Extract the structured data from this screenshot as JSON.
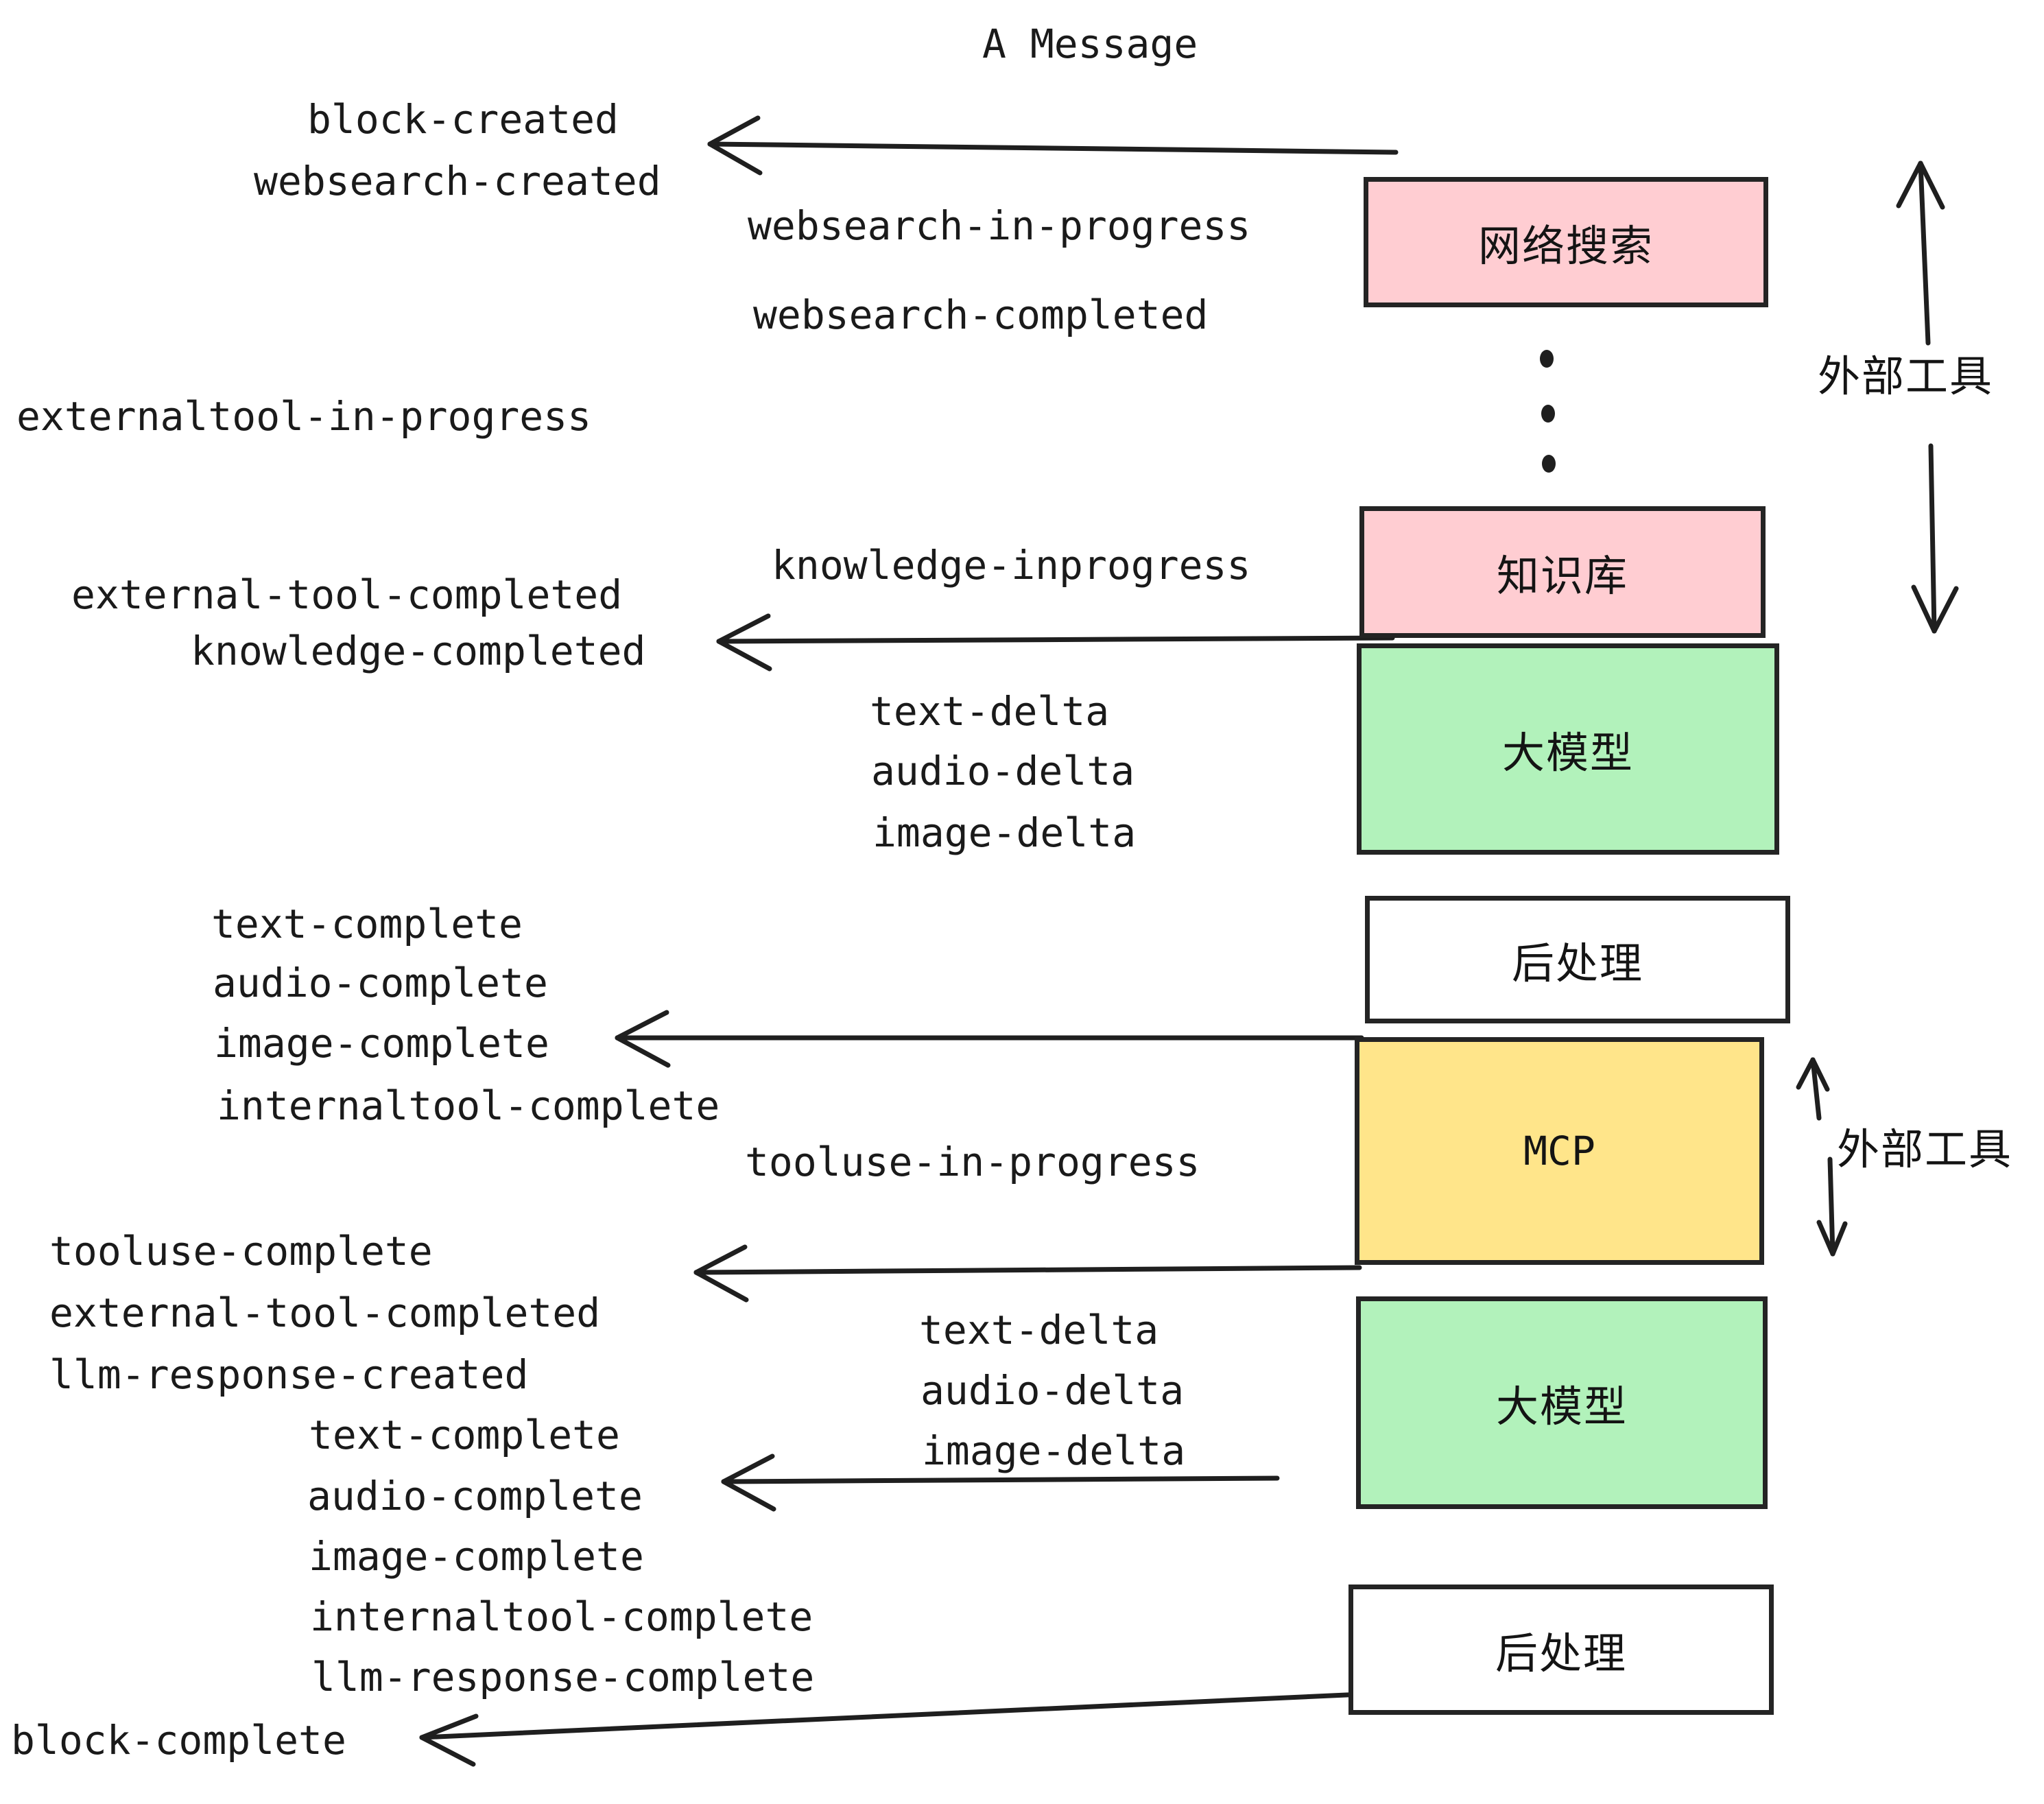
{
  "title": "A Message",
  "boxes": [
    {
      "id": "websearch",
      "label": "网络搜索",
      "color": "#ffcdd2"
    },
    {
      "id": "knowledge",
      "label": "知识库",
      "color": "#ffcdd2"
    },
    {
      "id": "llm-upper",
      "label": "大模型",
      "color": "#b2f2bb"
    },
    {
      "id": "postprocess-upper",
      "label": "后处理",
      "color": "#ffffff"
    },
    {
      "id": "mcp",
      "label": "MCP",
      "color": "#ffe58a"
    },
    {
      "id": "llm-lower",
      "label": "大模型",
      "color": "#b2f2bb"
    },
    {
      "id": "postprocess-lower",
      "label": "后处理",
      "color": "#ffffff"
    }
  ],
  "side_labels": {
    "external_tool_upper": "外部工具",
    "external_tool_lower": "外部工具"
  },
  "events": {
    "block_created": "block-created",
    "websearch_created": "websearch-created",
    "websearch_in_progress": "websearch-in-progress",
    "websearch_completed": "websearch-completed",
    "externaltool_in_progress": "externaltool-in-progress",
    "knowledge_inprogress": "knowledge-inprogress",
    "external_tool_completed_1": "external-tool-completed",
    "knowledge_completed": "knowledge-completed",
    "text_delta_1": "text-delta",
    "audio_delta_1": "audio-delta",
    "image_delta_1": "image-delta",
    "text_complete_1": "text-complete",
    "audio_complete_1": "audio-complete",
    "image_complete_1": "image-complete",
    "internaltool_complete_1": "internaltool-complete",
    "tooluse_in_progress": "tooluse-in-progress",
    "tooluse_complete": "tooluse-complete",
    "external_tool_completed_2": "external-tool-completed",
    "llm_response_created": "llm-response-created",
    "text_delta_2": "text-delta",
    "audio_delta_2": "audio-delta",
    "image_delta_2": "image-delta",
    "text_complete_2": "text-complete",
    "audio_complete_2": "audio-complete",
    "image_complete_2": "image-complete",
    "internaltool_complete_2": "internaltool-complete",
    "llm_response_complete": "llm-response-complete",
    "block_complete": "block-complete"
  },
  "colors": {
    "pink": "#ffcdd2",
    "green": "#b2f2bb",
    "yellow": "#ffe58a",
    "white": "#ffffff",
    "stroke": "#242424",
    "text": "#1a1a1a"
  }
}
